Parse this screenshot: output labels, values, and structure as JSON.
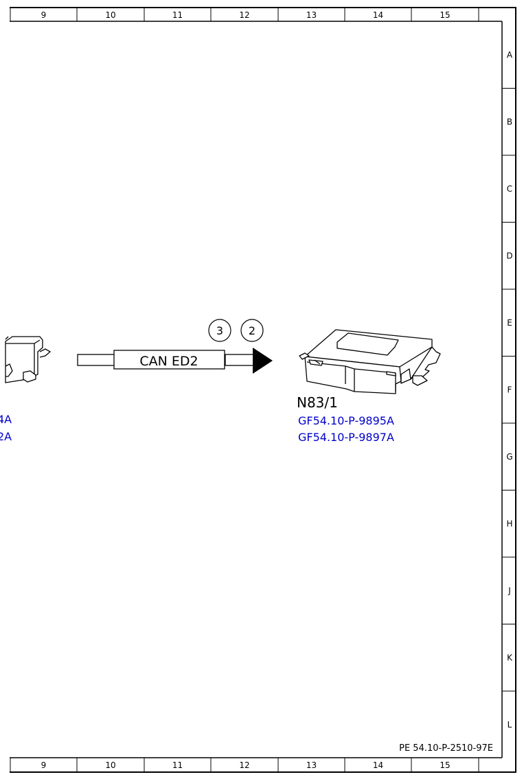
{
  "frame": {
    "column_numbers": [
      "9",
      "10",
      "11",
      "12",
      "13",
      "14",
      "15"
    ],
    "row_letters": [
      "A",
      "B",
      "C",
      "D",
      "E",
      "F",
      "G",
      "H",
      "J",
      "K",
      "L"
    ]
  },
  "left_module": {
    "icon": "control-unit-icon",
    "partial_refs": [
      "4A",
      "2A"
    ]
  },
  "bus": {
    "label": "CAN ED2",
    "arrow_icon": "arrowhead-right-icon",
    "circle_refs": [
      "3",
      "2"
    ]
  },
  "right_module": {
    "icon": "control-unit-icon",
    "label": "N83/1",
    "refs": [
      "GF54.10-P-9895A",
      "GF54.10-P-9897A"
    ]
  },
  "footer": {
    "code": "PE 54.10-P-2510-97E"
  }
}
